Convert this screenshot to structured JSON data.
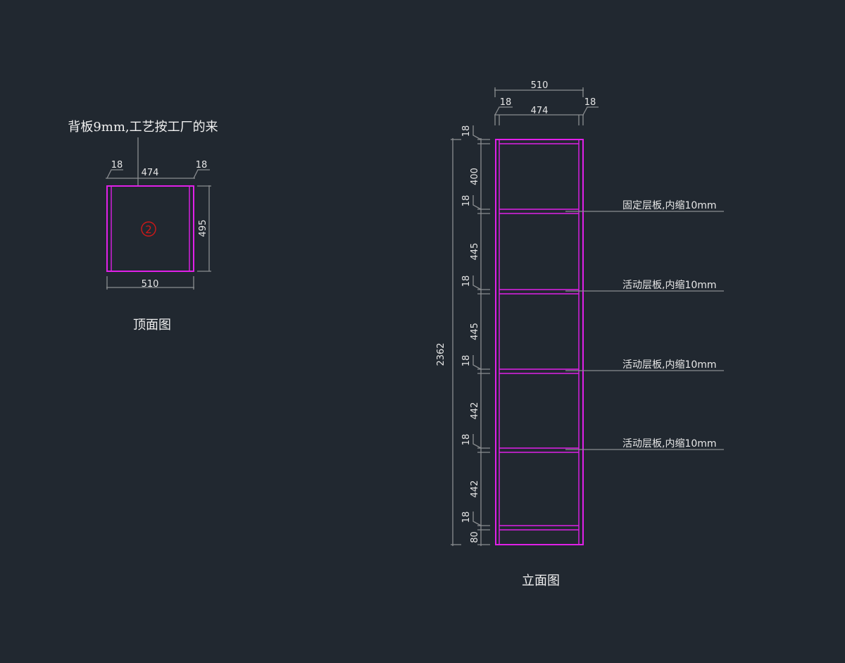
{
  "top_view": {
    "title": "顶面图",
    "note": "背板9mm,工艺按工厂的来",
    "marker": "2",
    "dims": {
      "width": "510",
      "inner": "474",
      "side_left": "18",
      "side_right": "18",
      "depth": "495"
    }
  },
  "elevation": {
    "title": "立面图",
    "dims_top": {
      "width": "510",
      "inner": "474",
      "side_left": "18",
      "side_right": "18"
    },
    "total_height": "2362",
    "chain": [
      "18",
      "400",
      "18",
      "445",
      "18",
      "445",
      "18",
      "442",
      "18",
      "442",
      "18",
      "80"
    ],
    "shelf_labels": [
      "固定层板,内缩10mm",
      "活动层板,内缩10mm",
      "活动层板,内缩10mm",
      "活动层板,内缩10mm"
    ]
  },
  "colors": {
    "background": "#212830",
    "panel": "#e020e8",
    "dimension": "#8a8d90",
    "marker": "#d01818"
  }
}
